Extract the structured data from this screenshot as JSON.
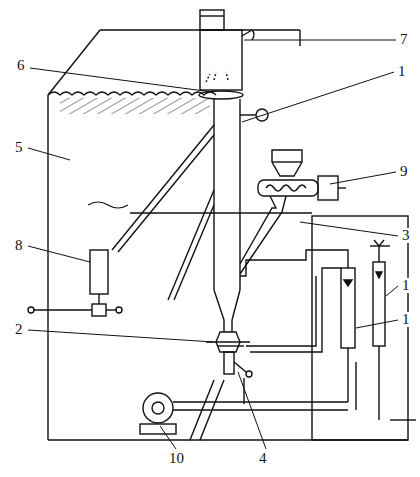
{
  "diagram": {
    "labels": [
      "6",
      "7",
      "1",
      "5",
      "9",
      "3",
      "8",
      "1",
      "1",
      "2",
      "10",
      "4"
    ]
  }
}
